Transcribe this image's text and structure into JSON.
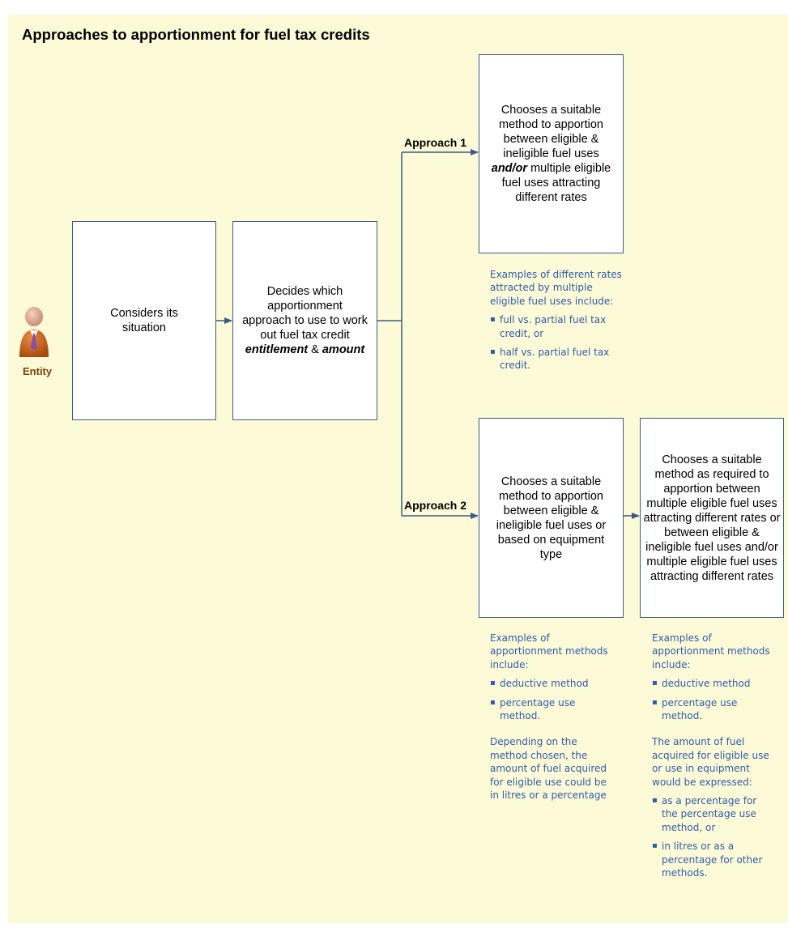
{
  "title": "Approaches to apportionment for fuel tax credits",
  "entity": {
    "label": "Entity",
    "icon": "person-icon"
  },
  "boxes": {
    "considers": "Considers its situation",
    "decides": {
      "part1": "Decides which apportionment approach to use to work out fuel tax credit ",
      "em1": "entitlement",
      "part2": " & ",
      "em2": "amount"
    },
    "approach1": {
      "part1": "Chooses a suitable method to apportion between eligible & ineligible fuel uses ",
      "em": "and/or",
      "part2": " multiple eligible fuel uses attracting different rates"
    },
    "approach2_first": "Chooses a suitable method to apportion between eligible & ineligible fuel uses or based on equipment type",
    "approach2_second": "Chooses a suitable method as required to apportion between multiple eligible fuel uses attracting different rates or between eligible & ineligible fuel uses and/or multiple eligible fuel uses attracting different rates"
  },
  "labels": {
    "approach1": "Approach 1",
    "approach2": "Approach 2"
  },
  "notes": {
    "rates": {
      "intro": "Examples of different rates attracted by multiple eligible fuel uses include:",
      "items": [
        "full vs. partial fuel tax credit, or",
        "half vs. partial fuel tax credit."
      ]
    },
    "methods_left": {
      "intro": "Examples of apportionment methods include:",
      "items": [
        "deductive method",
        "percentage use method."
      ],
      "outro": "Depending on the method chosen, the amount of fuel acquired for eligible use could be in litres or a percentage"
    },
    "methods_right": {
      "intro": "Examples of apportionment methods include:",
      "items": [
        "deductive method",
        "percentage use method."
      ],
      "outro": "The amount of fuel acquired for eligible use or use in equipment would be expressed:",
      "outro_items": [
        "as a percentage for the percentage use method, or",
        "in litres or as a percentage for other methods."
      ]
    }
  },
  "colors": {
    "background": "#fdfbd7",
    "box_border": "#3b5a8c",
    "connector": "#3b5a8c",
    "note_text": "#2e5bab",
    "entity_label": "#7a3f0f"
  }
}
